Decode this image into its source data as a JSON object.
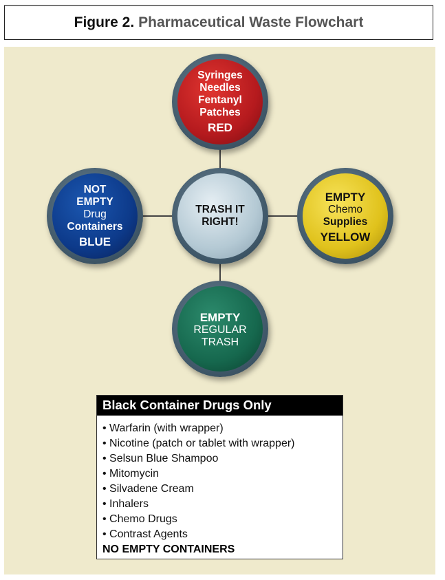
{
  "title": {
    "label": "Figure 2.",
    "text": "Pharmaceutical Waste Flowchart"
  },
  "circles": {
    "top": {
      "lines": [
        "Syringes",
        "Needles",
        "Fentanyl",
        "Patches"
      ],
      "color": "RED"
    },
    "left": {
      "lines": [
        "NOT",
        "EMPTY",
        "Drug",
        "Containers"
      ],
      "color": "BLUE"
    },
    "center": {
      "lines": [
        "TRASH IT",
        "RIGHT!"
      ]
    },
    "right": {
      "lines": [
        "EMPTY",
        "Chemo",
        "Supplies"
      ],
      "color": "YELLOW"
    },
    "bottom": {
      "lines": [
        "EMPTY",
        "REGULAR",
        "TRASH"
      ]
    }
  },
  "black_box": {
    "header": "Black Container Drugs Only",
    "items": [
      "• Warfarin (with wrapper)",
      "• Nicotine (patch or tablet with wrapper)",
      "• Selsun Blue Shampoo",
      "• Mitomycin",
      "• Silvadene Cream",
      "• Inhalers",
      "• Chemo Drugs",
      "• Contrast Agents"
    ],
    "footer": "NO EMPTY CONTAINERS"
  }
}
